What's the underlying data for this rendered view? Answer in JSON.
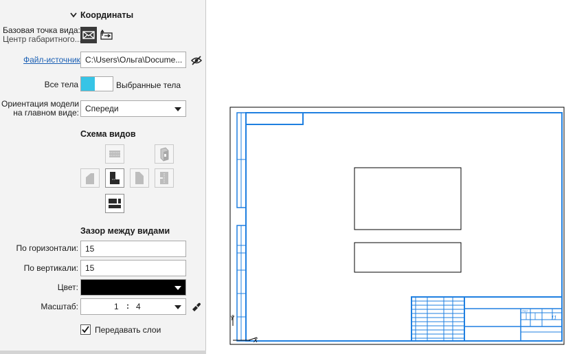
{
  "coords": {
    "title": "Координаты"
  },
  "base_point": {
    "label_line1": "Базовая точка вида:",
    "label_line2": "Центр габаритного..."
  },
  "source_file": {
    "label": "Файл-источник",
    "value": "C:\\Users\\Ольга\\Docume..."
  },
  "bodies": {
    "all_label": "Все тела",
    "selected_label": "Выбранные тела",
    "active": "all",
    "accent": "#37c4e6"
  },
  "orientation": {
    "label_line1": "Ориентация модели",
    "label_line2": "на главном виде:",
    "value": "Спереди"
  },
  "view_scheme": {
    "title": "Схема видов"
  },
  "gap": {
    "title": "Зазор между видами",
    "horizontal_label": "По горизонтали:",
    "horizontal_value": "15",
    "vertical_label": "По вертикали:",
    "vertical_value": "15"
  },
  "color": {
    "label": "Цвет:",
    "value": "#000000"
  },
  "scale": {
    "label": "Масштаб:",
    "numerator": "1",
    "separator": ":",
    "denominator": "4"
  },
  "layers": {
    "label": "Передавать слои",
    "checked": true
  },
  "drawing": {
    "frame_color": "#1e7fe0",
    "axis_y": "Y",
    "axis_x": "X",
    "sheet_label": "Лист",
    "sheets_value": "11"
  }
}
